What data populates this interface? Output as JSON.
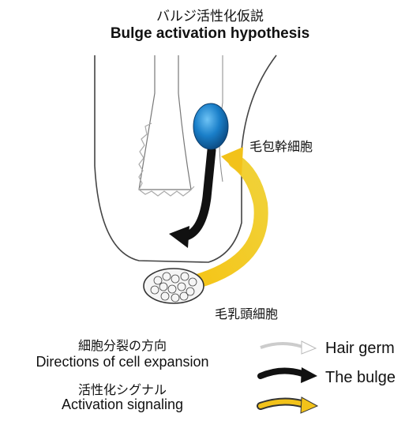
{
  "title": {
    "ja": "バルジ活性化仮説",
    "en": "Bulge activation hypothesis"
  },
  "labels": {
    "stem_cells": "毛包幹細胞",
    "papilla_cells": "毛乳頭細胞"
  },
  "legend_left": {
    "cell_expansion_ja": "細胞分裂の方向",
    "cell_expansion_en": "Directions of cell expansion",
    "activation_ja": "活性化シグナル",
    "activation_en": "Activation signaling"
  },
  "legend_items": [
    {
      "label": "Hair germ",
      "arrow": "white-arrow"
    },
    {
      "label": "The bulge",
      "arrow": "black-arrow"
    },
    {
      "label": "",
      "arrow": "yellow-arrow"
    }
  ],
  "colors": {
    "stem_cell_blue": "#1a7fc9",
    "signal_yellow": "#f2c21a",
    "bulge_black": "#111111",
    "outline_gray": "#555555"
  }
}
